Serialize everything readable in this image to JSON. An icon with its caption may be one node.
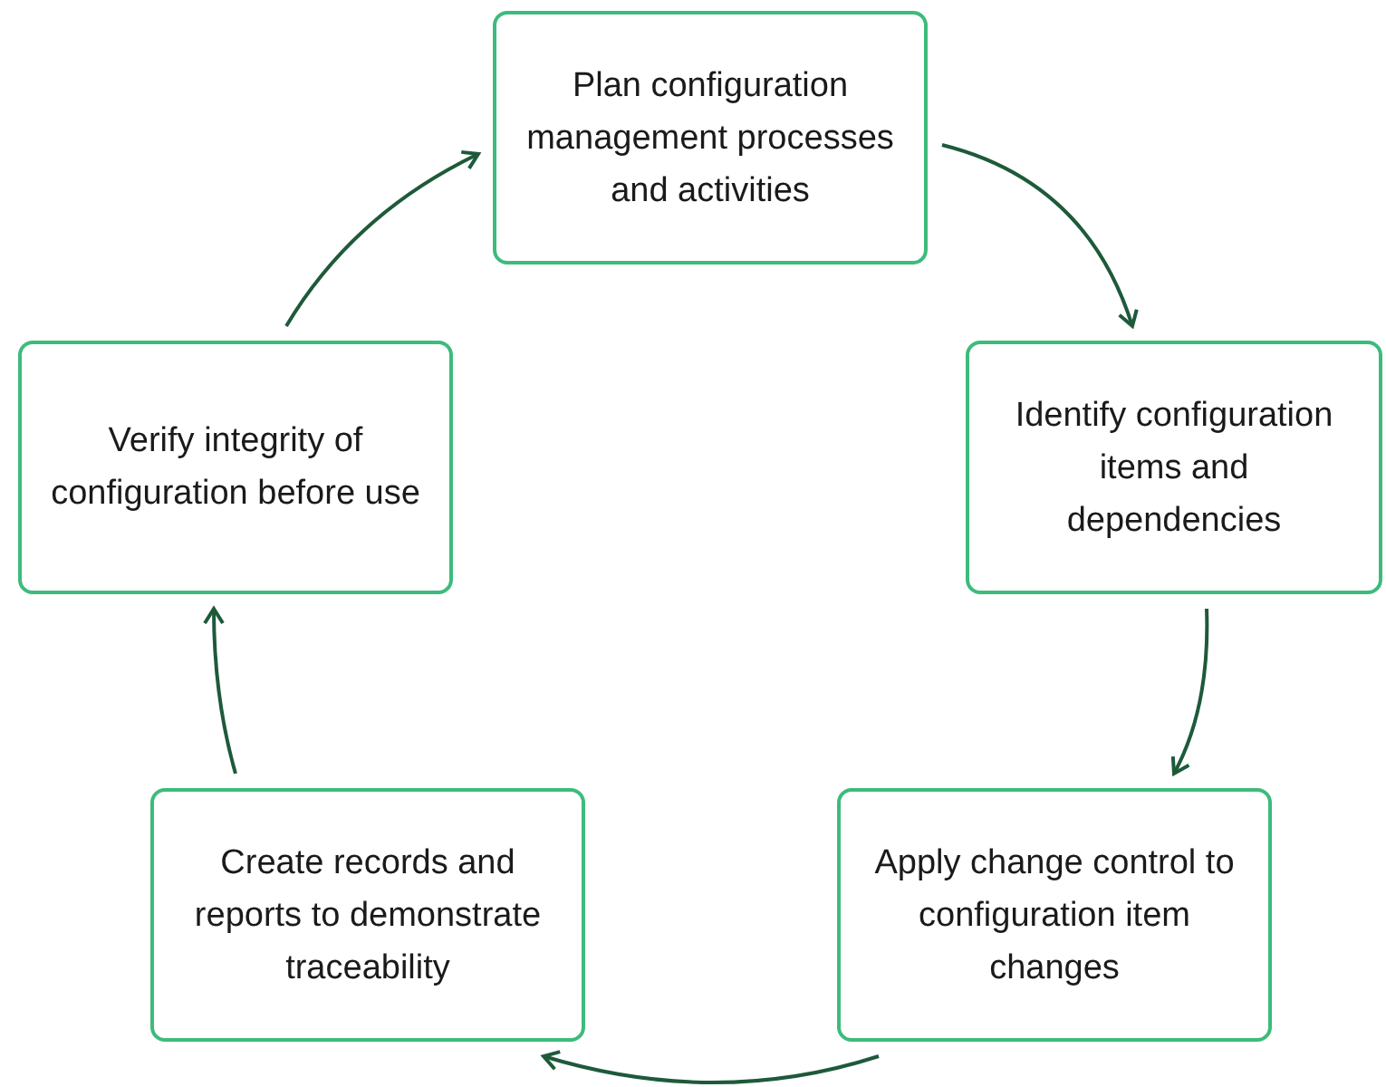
{
  "diagram": {
    "nodes": [
      {
        "text": [
          "Plan configuration management processes and activities"
        ]
      },
      {
        "text": [
          "Identify configuration items and dependencies"
        ]
      },
      {
        "text": [
          "Apply change control to configuration item changes"
        ]
      },
      {
        "text": [
          "Create records and reports to demonstrate traceability"
        ]
      },
      {
        "text": [
          "Verify integrity of configuration before use"
        ]
      }
    ],
    "edges": [
      {
        "from": 0,
        "to": 1,
        "arrow": "to"
      },
      {
        "from": 1,
        "to": 2,
        "arrow": "to"
      },
      {
        "from": 2,
        "to": 3,
        "arrow": "to"
      },
      {
        "from": 3,
        "to": 4,
        "arrow": "to"
      },
      {
        "from": 4,
        "to": 0,
        "arrow": "to"
      }
    ]
  }
}
